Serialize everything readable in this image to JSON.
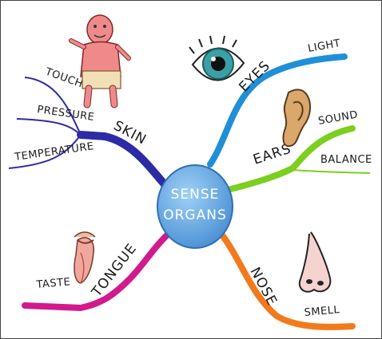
{
  "center": {
    "line1": "SENSE",
    "line2": "ORGANS"
  },
  "branches": {
    "skin": {
      "label": "SKIN",
      "color": "#2d2aa6",
      "subs": [
        "TOUCH",
        "PRESSURE",
        "TEMPERATURE"
      ]
    },
    "eyes": {
      "label": "EYES",
      "color": "#1f8fd8",
      "subs": [
        "LIGHT"
      ]
    },
    "ears": {
      "label": "EARS",
      "color": "#7ccf1f",
      "subs": [
        "SOUND",
        "BALANCE"
      ]
    },
    "nose": {
      "label": "NOSE",
      "color": "#f27a1b",
      "subs": [
        "SMELL"
      ]
    },
    "tongue": {
      "label": "TONGUE",
      "color": "#d21a8c",
      "subs": [
        "TASTE"
      ]
    }
  },
  "icons": [
    "person-skin-icon",
    "eye-icon",
    "ear-icon",
    "nose-icon",
    "mouth-tongue-icon"
  ]
}
